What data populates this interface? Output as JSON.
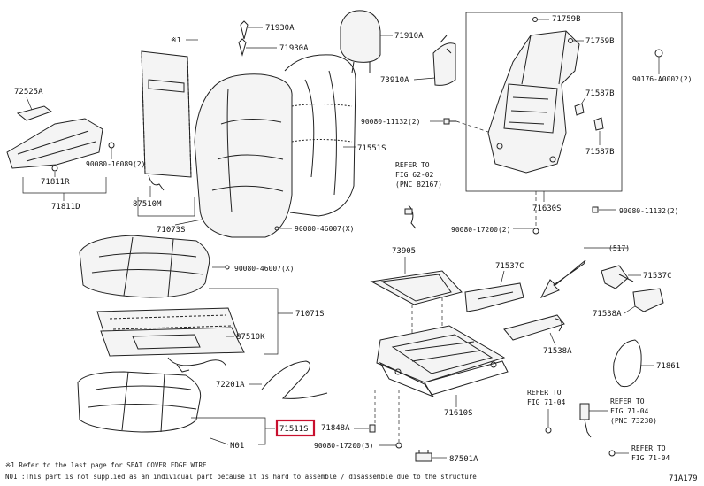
{
  "labels": {
    "l71930a_1": "71930A",
    "l71930a_2": "71930A",
    "l71910a": "71910A",
    "l71759b_1": "71759B",
    "l71759b_2": "71759B",
    "l72525a": "72525A",
    "l73910a": "73910A",
    "l90176": "90176-A0002(2)",
    "l71587b_1": "71587B",
    "l71587b_2": "71587B",
    "l90080_11132a": "90080-11132(2)",
    "l71551s": "71551S",
    "l90080_16089": "90080-16089(2)",
    "l71811r": "71811R",
    "l71811d": "71811D",
    "l87510m": "87510M",
    "l71073s": "71073S",
    "l90080_46007a": "90080-46007(X)",
    "l71630s": "71630S",
    "l90080_11132b": "90080-11132(2)",
    "l90080_17200a": "90080-17200(2)",
    "l73905": "73905",
    "l90080_46007b": "90080-46007(X)",
    "l71537c_1": "71537C",
    "l71537c_2": "71537C",
    "l517": "(517)",
    "l71071s": "71071S",
    "l87510k": "87510K",
    "l71538a_1": "71538A",
    "l71538a_2": "71538A",
    "l71861": "71861",
    "l72201a": "72201A",
    "l71610s": "71610S",
    "l71511s": "71511S",
    "l71848a": "71848A",
    "ln01": "N01",
    "l90080_17200b": "90080-17200(3)",
    "l87501a": "87501A",
    "lnote_star": "※1",
    "lrefer_6202_1": "REFER TO",
    "lrefer_6202_2": "FIG 62-02",
    "lrefer_6202_3": "(PNC 82167)",
    "lrefer_7104a_1": "REFER TO",
    "lrefer_7104a_2": "FIG 71-04",
    "lrefer_7104b_1": "REFER TO",
    "lrefer_7104b_2": "FIG 71-04",
    "lrefer_7104b_3": "(PNC 73230)",
    "lrefer_7104c_1": "REFER TO",
    "lrefer_7104c_2": "FIG 71-04"
  },
  "notes": {
    "note1": "※1 Refer to the last page for SEAT COVER EDGE WIRE",
    "note2": "N01 :This part is not supplied as an individual part because it is hard to assemble / disassemble due to the structure"
  },
  "figure_code": "71A179",
  "colors": {
    "highlight": "#c8102e",
    "line": "#222222"
  }
}
